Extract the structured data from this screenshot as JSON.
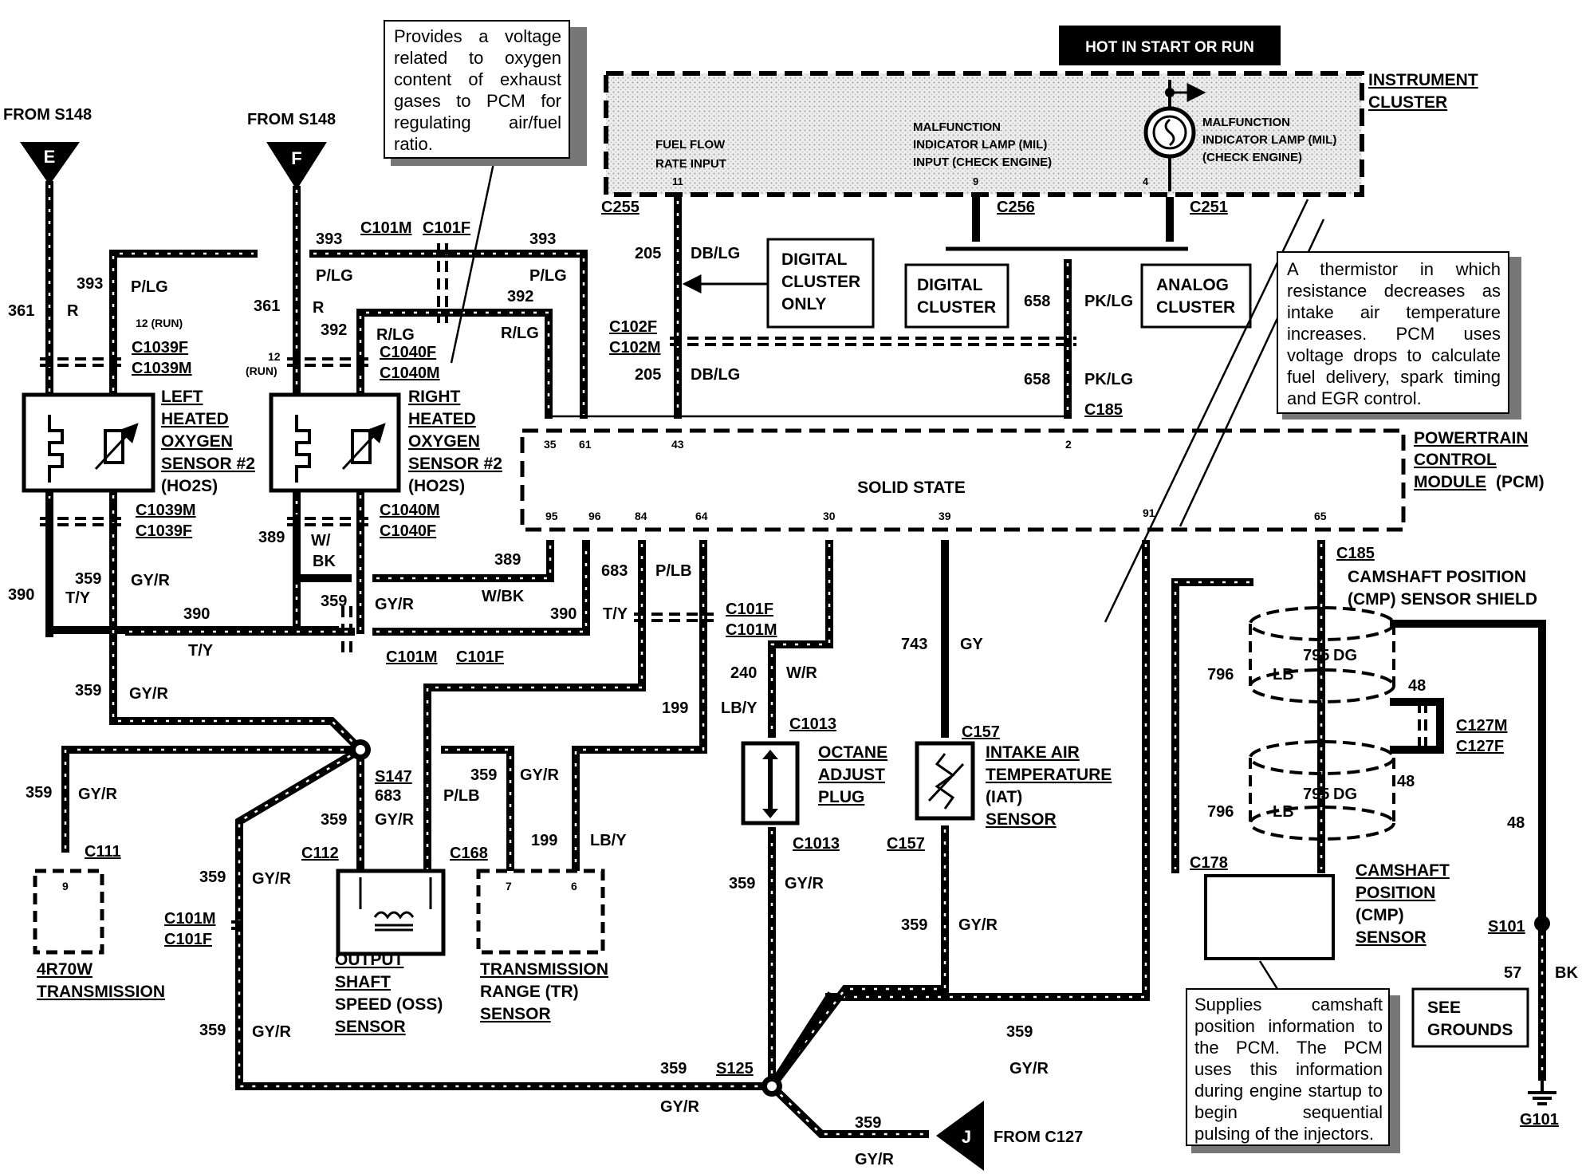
{
  "hot_label": "HOT IN START OR RUN",
  "instrument_cluster": {
    "title_1": "INSTRUMENT",
    "title_2": "CLUSTER",
    "fuel_flow_1": "FUEL FLOW",
    "fuel_flow_2": "RATE INPUT",
    "fuel_flow_pin": "11",
    "mil_input_1": "MALFUNCTION",
    "mil_input_2": "INDICATOR LAMP (MIL)",
    "mil_input_3": "INPUT (CHECK ENGINE)",
    "mil_input_pin": "9",
    "mil_lamp_1": "MALFUNCTION",
    "mil_lamp_2": "INDICATOR LAMP (MIL)",
    "mil_lamp_3": "(CHECK ENGINE)",
    "mil_lamp_pin": "4"
  },
  "connectors": {
    "c255": "C255",
    "c256": "C256",
    "c251": "C251",
    "c102f": "C102F",
    "c102m": "C102M",
    "c185_top": "C185",
    "c185_bot": "C185",
    "c101m_top": "C101M",
    "c101f_top": "C101F",
    "c1039f_top": "C1039F",
    "c1039m_top": "C1039M",
    "c1039m_bot": "C1039M",
    "c1039f_bot": "C1039F",
    "c1040f_top": "C1040F",
    "c1040m_top": "C1040M",
    "c1040m_bot": "C1040M",
    "c1040f_bot": "C1040F",
    "c101m_mid": "C101M",
    "c101f_mid": "C101F",
    "c101f_r": "C101F",
    "c101m_r": "C101M",
    "c1013_top": "C1013",
    "c1013_bot": "C1013",
    "c157_top": "C157",
    "c157_bot": "C157",
    "c127m": "C127M",
    "c127f": "C127F",
    "c111": "C111",
    "c112": "C112",
    "c168": "C168",
    "c178": "C178",
    "c101m_lo": "C101M",
    "c101f_lo": "C101F",
    "s147": "S147",
    "s125": "S125",
    "s101": "S101",
    "g101": "G101"
  },
  "from_labels": {
    "e_from": "FROM S148",
    "e": "E",
    "f_from": "FROM S148",
    "f": "F",
    "j": "J",
    "j_from": "FROM C127"
  },
  "boxes": {
    "digital_only_1": "DIGITAL",
    "digital_only_2": "CLUSTER",
    "digital_only_3": "ONLY",
    "digital_1": "DIGITAL",
    "digital_2": "CLUSTER",
    "analog_1": "ANALOG",
    "analog_2": "CLUSTER",
    "see_grounds_1": "SEE",
    "see_grounds_2": "GROUNDS"
  },
  "pcm": {
    "title_1": "POWERTRAIN",
    "title_2": "CONTROL",
    "title_3": "MODULE",
    "title_4": "(PCM)",
    "solid_state": "SOLID STATE",
    "top_pins": [
      "35",
      "61",
      "43",
      "2"
    ],
    "bottom_pins": [
      "95",
      "96",
      "84",
      "64",
      "30",
      "39",
      "91",
      "65"
    ]
  },
  "components": {
    "left_ho2s": [
      "LEFT",
      "HEATED",
      "OXYGEN",
      "SENSOR #2",
      "(HO2S)"
    ],
    "right_ho2s": [
      "RIGHT",
      "HEATED",
      "OXYGEN",
      "SENSOR #2",
      "(HO2S)"
    ],
    "octane": [
      "OCTANE",
      "ADJUST",
      "PLUG"
    ],
    "iat": [
      "INTAKE AIR",
      "TEMPERATURE",
      "(IAT)",
      "SENSOR"
    ],
    "cmp_shield": [
      "CAMSHAFT POSITION",
      "(CMP) SENSOR SHIELD"
    ],
    "cmp": [
      "CAMSHAFT",
      "POSITION",
      "(CMP)",
      "SENSOR"
    ],
    "trans_4r70w": [
      "4R70W",
      "TRANSMISSION"
    ],
    "trans_pin": "9",
    "oss": [
      "OUTPUT",
      "SHAFT",
      "SPEED (OSS)",
      "SENSOR"
    ],
    "tr": [
      "TRANSMISSION",
      "RANGE (TR)",
      "SENSOR"
    ],
    "tr_pins": [
      "7",
      "6"
    ]
  },
  "notes": {
    "ho2s": "Provides a voltage related to oxygen content of exhaust gases to PCM for regulating air/fuel ratio.",
    "iat": "A thermistor in which resistance decreases as intake air temperature increases. PCM uses voltage drops to calculate fuel delivery, spark timing and EGR control.",
    "cmp": "Supplies camshaft position information to the PCM. The PCM uses this information during engine startup to begin sequential pulsing of the injectors."
  },
  "wires": {
    "w361_l": "361",
    "r_l": "R",
    "w393_l": "393",
    "plg_l": "P/LG",
    "run12_l": "12 (RUN)",
    "w361_r": "361",
    "r_r": "R",
    "run12_r1": "12",
    "run12_r2": "(RUN)",
    "w393_t1": "393",
    "plg_t1": "P/LG",
    "w393_t2": "393",
    "plg_t2": "P/LG",
    "w392_a": "392",
    "rlg_a": "R/LG",
    "w392_b": "392",
    "rlg_b": "R/LG",
    "w205_a": "205",
    "dblg_a": "DB/LG",
    "w205_b": "205",
    "dblg_b": "DB/LG",
    "w658_a": "658",
    "pklg_a": "PK/LG",
    "w658_b": "658",
    "pklg_b": "PK/LG",
    "w390_l": "390",
    "ty_l": "T/Y",
    "w359_a": "359",
    "gyr_a": "GY/R",
    "w390_m": "390",
    "ty_m": "T/Y",
    "w389_a": "389",
    "wbk_a1": "W/",
    "wbk_a2": "BK",
    "w359_b": "359",
    "gyr_b": "GY/R",
    "w389_b": "389",
    "wbk_b": "W/BK",
    "w390_r": "390",
    "ty_r": "T/Y",
    "w683_a": "683",
    "plb_a": "P/LB",
    "w359_c": "359",
    "gyr_c": "GY/R",
    "w240": "240",
    "wr": "W/R",
    "w199_a": "199",
    "lby_a": "LB/Y",
    "w743": "743",
    "gy": "GY",
    "w796_a": "796",
    "lb_a": "LB",
    "w795_a": "795",
    "dg_a": "DG",
    "w48_a": "48",
    "w796_b": "796",
    "lb_b": "LB",
    "w795_b": "795",
    "dg_b": "DG",
    "w48_b": "48",
    "w48_c": "48",
    "w359_d": "359",
    "gyr_d": "GY/R",
    "w683_b": "683",
    "plb_b": "P/LB",
    "w359_e": "359",
    "gyr_e": "GY/R",
    "w359_f": "359",
    "gyr_f": "GY/R",
    "w199_b": "199",
    "lby_b": "LB/Y",
    "w359_g": "359",
    "gyr_g": "GY/R",
    "w359_h": "359",
    "gyr_h": "GY/R",
    "w359_i": "359",
    "gyr_i": "GY/R",
    "w359_j": "359",
    "gyr_j": "GY/R",
    "w359_k": "359",
    "gyr_k": "GY/R",
    "w359_l": "359",
    "gyr_l": "GY/R",
    "w359_m": "359",
    "gyr_m": "GY/R",
    "w57": "57",
    "bk": "BK"
  }
}
